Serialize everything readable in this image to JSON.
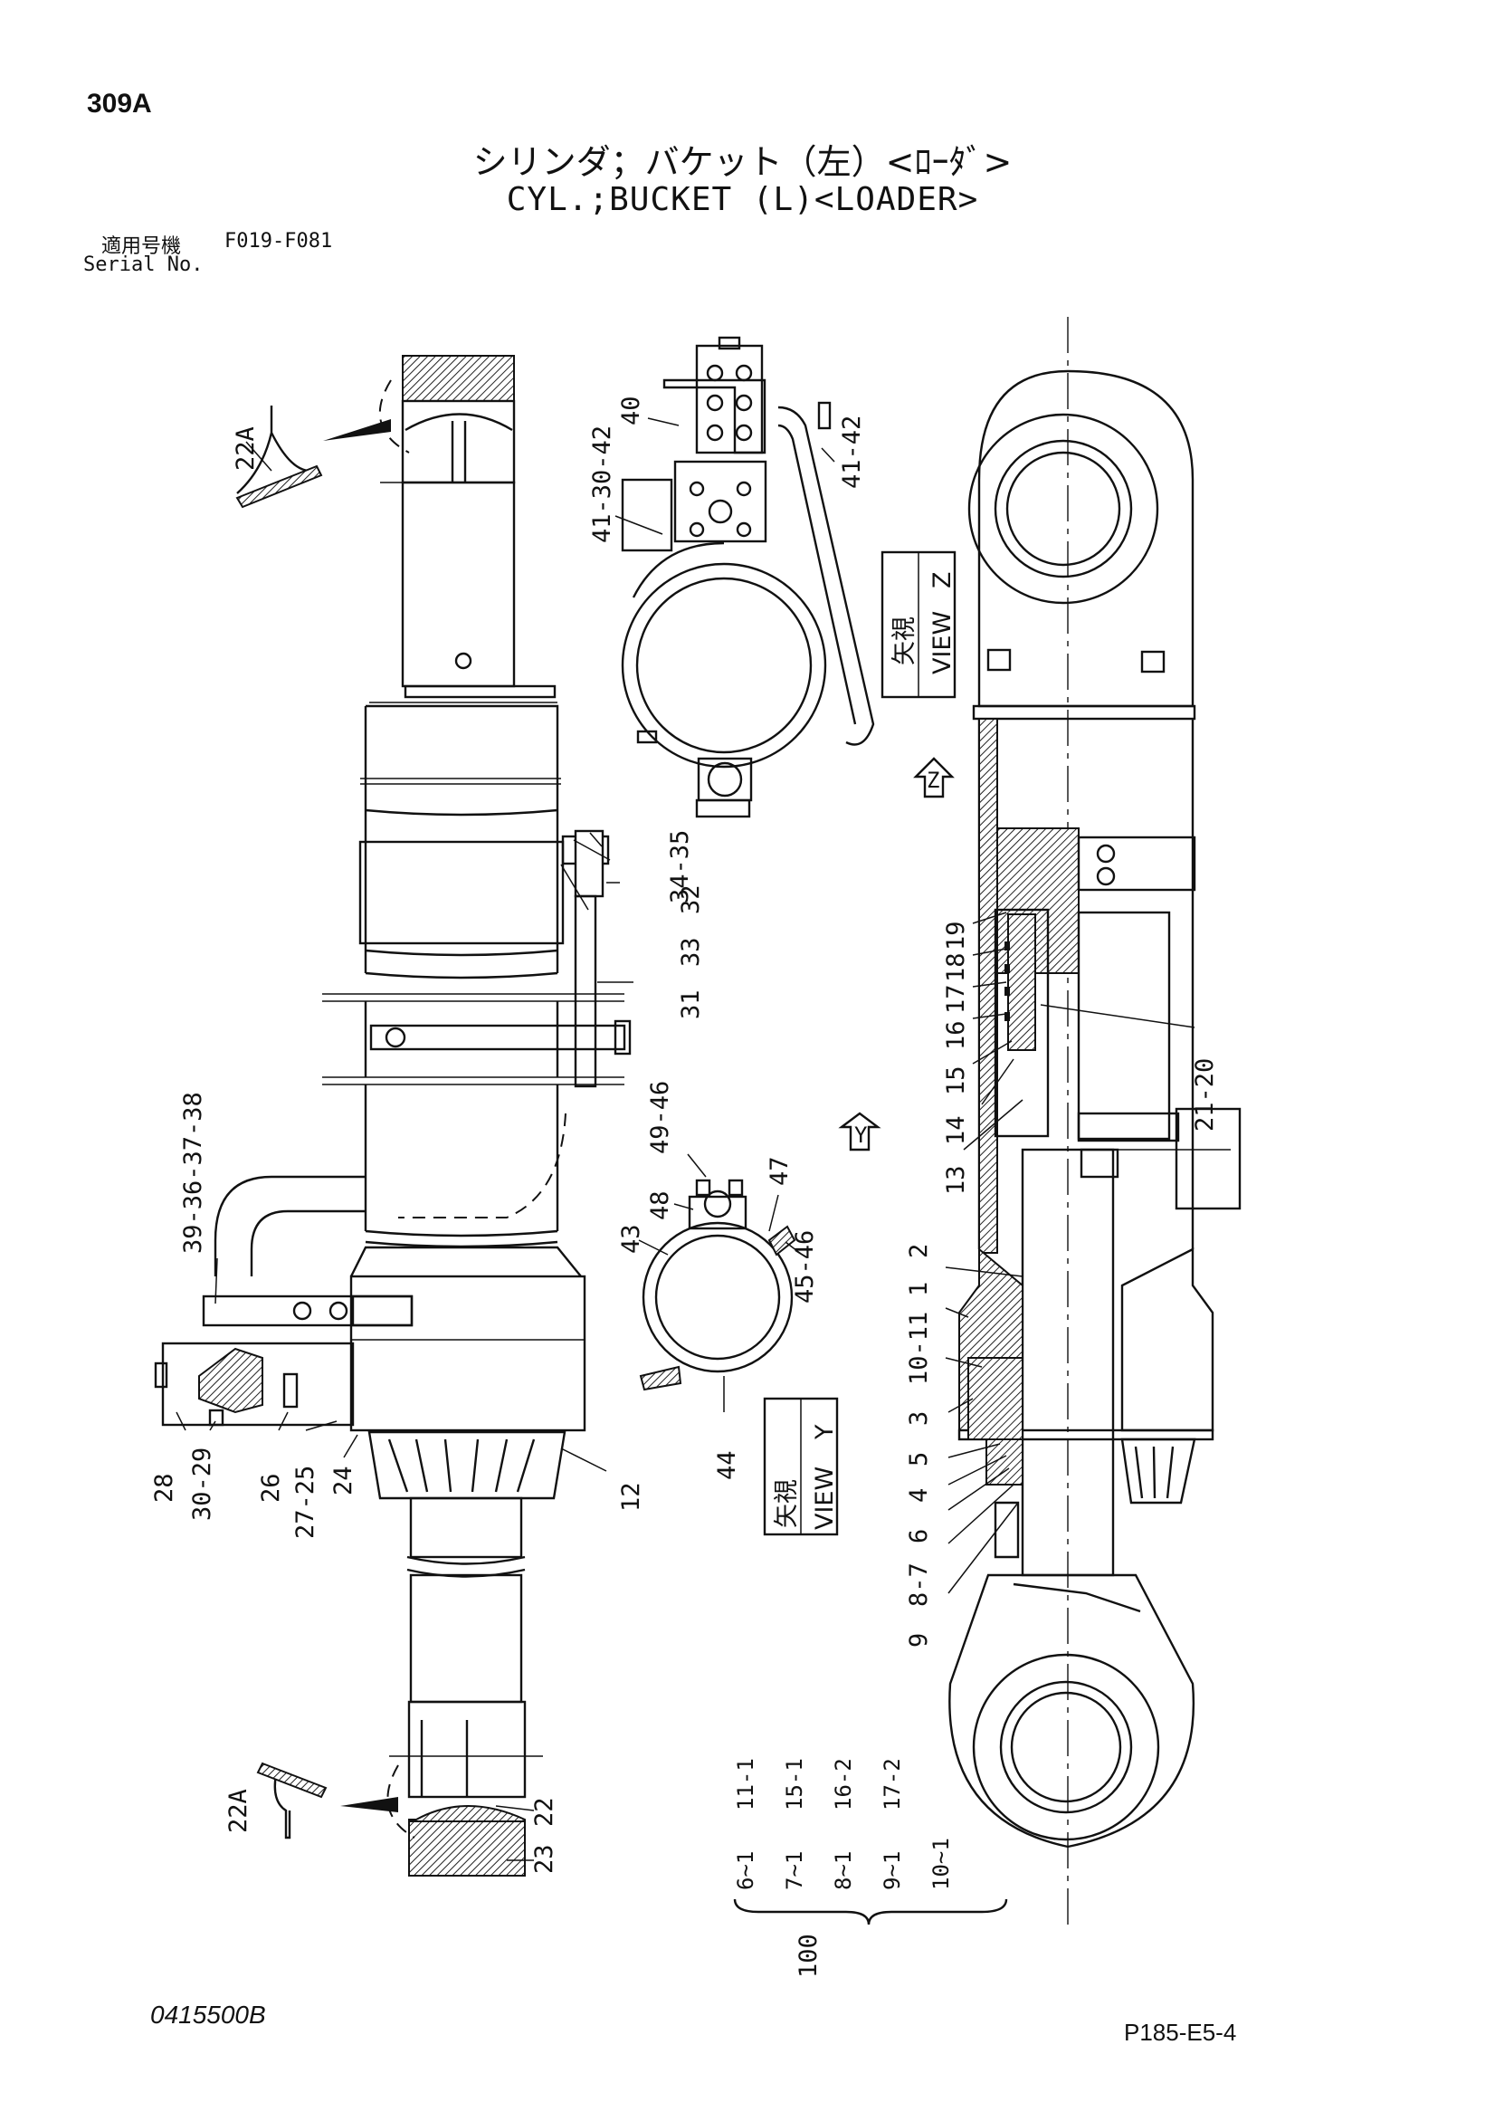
{
  "header": {
    "page_code": "309A",
    "title_ja": "シリンダ；バケット（左）<ﾛｰﾀﾞ>",
    "title_en": "CYL.;BUCKET (L)<LOADER>",
    "serial_label_ja": "適用号機",
    "serial_range": "F019-F081",
    "serial_label_en": "Serial No."
  },
  "footer": {
    "drawing_no": "0415500B",
    "page_ref": "P185-E5-4"
  },
  "views": {
    "view_z": {
      "ja": "矢視",
      "en": "VIEW",
      "letter": "Z"
    },
    "view_y": {
      "ja": "矢視",
      "en": "VIEW",
      "letter": "Y"
    },
    "marker_z": "Z",
    "marker_y": "Y"
  },
  "callouts": {
    "c22a_top": "22A",
    "c41_30_42": "41-30-42",
    "c40": "40",
    "c41_42": "41-42",
    "c34_35": "34-35",
    "c32": "32",
    "c33": "33",
    "c31": "31",
    "c49_46": "49-46",
    "c47": "47",
    "c48": "48",
    "c43": "43",
    "c45_46": "45-46",
    "c44": "44",
    "c39_36_37_38": "39-36-37-38",
    "c28": "28",
    "c30_29": "30-29",
    "c26": "26",
    "c27_25": "27-25",
    "c24": "24",
    "c12": "12",
    "c22a_bottom": "22A",
    "c22": "22",
    "c23": "23",
    "c19": "19",
    "c18": "18",
    "c17": "17",
    "c16": "16",
    "c15": "15",
    "c14": "14",
    "c13": "13",
    "c21_20": "21-20",
    "c2": "2",
    "c1": "1",
    "c10_11": "10-11",
    "c3": "3",
    "c5": "5",
    "c4": "4",
    "c6": "6",
    "c8_7": "8-7",
    "c9": "9"
  },
  "kit": {
    "number": "100",
    "col1": [
      "6~1",
      "7~1",
      "8~1",
      "9~1",
      "10~1"
    ],
    "col2": [
      "11-1",
      "15-1",
      "16-2",
      "17-2"
    ]
  }
}
